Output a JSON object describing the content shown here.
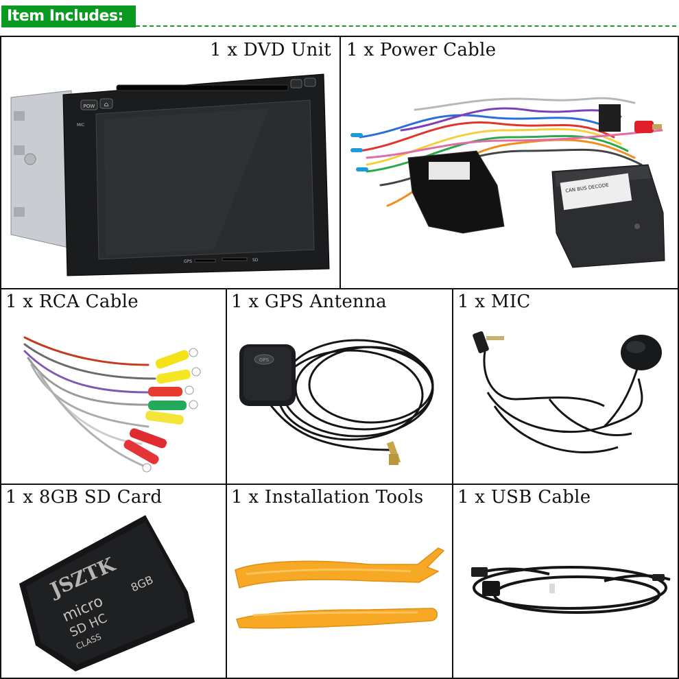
{
  "header": {
    "title": "Item Includes:"
  },
  "items": [
    {
      "label": "1 x DVD Unit"
    },
    {
      "label": "1 x Power Cable"
    },
    {
      "label": "1 x RCA Cable"
    },
    {
      "label": "1 x GPS Antenna"
    },
    {
      "label": "1 x MIC"
    },
    {
      "label": "1 x 8GB SD Card"
    },
    {
      "label": "1 x Installation Tools"
    },
    {
      "label": "1 x USB Cable"
    }
  ],
  "dvd": {
    "btn_pow": "POW",
    "gps_label": "GPS",
    "sd_label": "SD",
    "mic_label": "MIC"
  },
  "can_box": {
    "title": "CAN BUS DECODE"
  },
  "gps_antenna": {
    "puck_text": "GPS"
  },
  "sd_card": {
    "brand": "JSZTK",
    "capacity": "8GB",
    "line1": "micro",
    "line2": "SD HC",
    "class_text": "CLASS"
  },
  "colors": {
    "header_green": "#0a9a22",
    "tool_orange": "#f7a824"
  }
}
